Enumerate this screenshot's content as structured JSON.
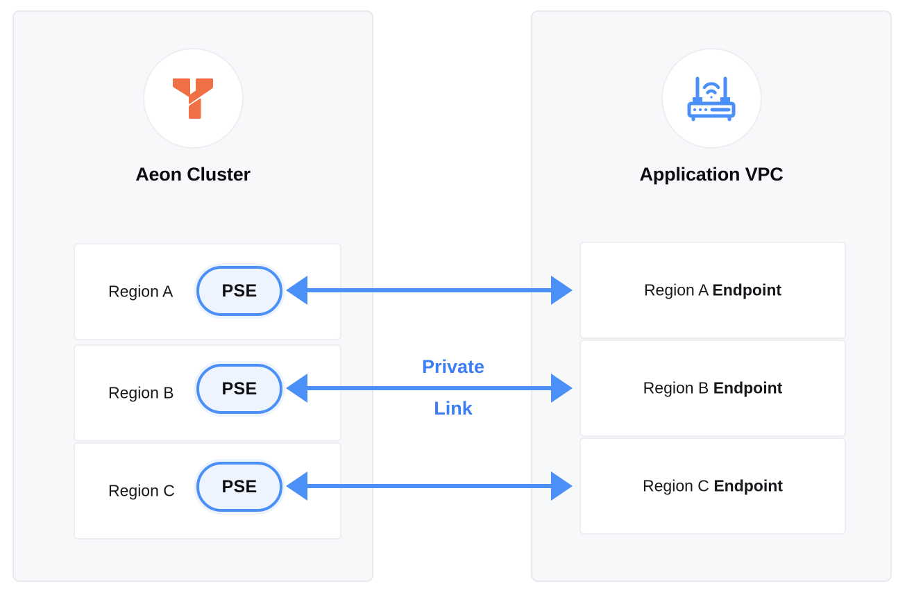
{
  "diagram": {
    "title": "Aeon Cluster to Application VPC Private Link connectivity",
    "accent_blue": "#4a90f7",
    "logo_orange": "#ef7045",
    "panel_bg": "#f7f8fa",
    "panel_border": "#e8eaef"
  },
  "left_panel": {
    "icon_name": "aeon-logo-icon",
    "title": "Aeon Cluster",
    "rows": [
      {
        "region_label": "Region A",
        "node_label": "PSE"
      },
      {
        "region_label": "Region B",
        "node_label": "PSE"
      },
      {
        "region_label": "Region C",
        "node_label": "PSE"
      }
    ]
  },
  "right_panel": {
    "icon_name": "router-wifi-icon",
    "title": "Application VPC",
    "rows": [
      {
        "prefix": "Region A ",
        "bold": "Endpoint"
      },
      {
        "prefix": "Region B ",
        "bold": "Endpoint"
      },
      {
        "prefix": "Region C ",
        "bold": "Endpoint"
      }
    ]
  },
  "connectors": {
    "caption_line_1": "Private",
    "caption_line_2": "Link",
    "color": "#4a90f7",
    "direction": "bidirectional",
    "count": 3
  }
}
